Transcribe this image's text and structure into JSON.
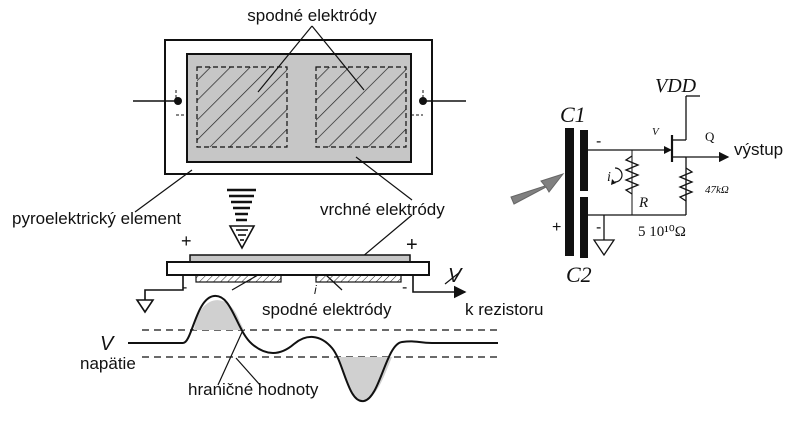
{
  "labels": {
    "bottom_electrodes_top": "spodné elektródy",
    "pyro_element": "pyroelektrický element",
    "top_electrodes": "vrchné elektródy",
    "bottom_electrodes_mid": "spodné elektródy",
    "to_resistor": "k rezistoru",
    "v_signal": "V",
    "v_axis": "V",
    "voltage": "napätie",
    "thresholds": "hraničné hodnoty",
    "plus_left": "+",
    "plus_right": "+",
    "minus_left": "-",
    "minus_right": "-",
    "i_label": "i"
  },
  "circuit": {
    "c1": "C1",
    "c2": "C2",
    "vdd": "VDD",
    "v_node": "V",
    "transistor": "Q",
    "output": "výstup",
    "r_load": "47kΩ",
    "current": "i",
    "resistor": "R",
    "resistance": "5 10¹⁰Ω",
    "plus": "+",
    "minus_top": "-",
    "minus_bottom": "-"
  },
  "colors": {
    "stroke": "#111111",
    "fill_gray": "#d0d0d0",
    "hatch_area": "#c6c6c6",
    "arrow_gray": "#808080"
  }
}
